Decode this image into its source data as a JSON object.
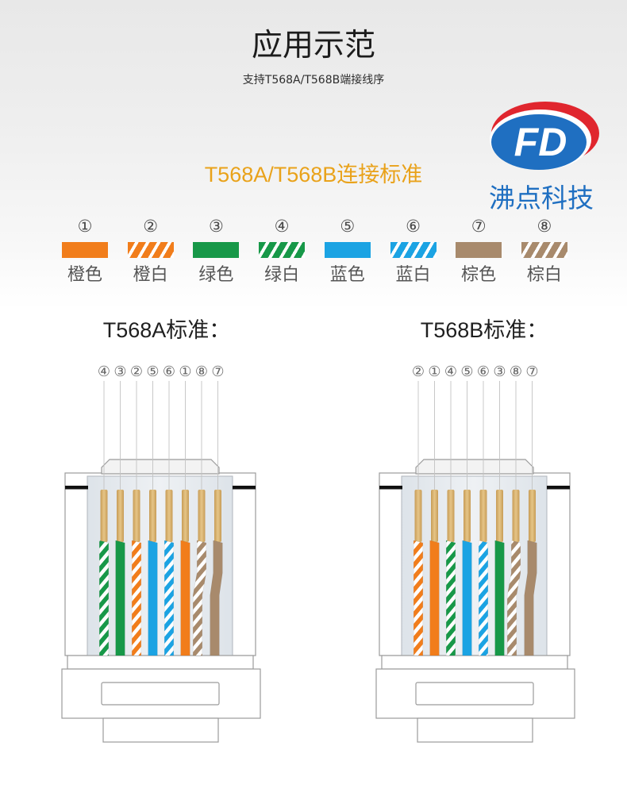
{
  "header": {
    "title": "应用示范",
    "subtitle": "支持T568A/T568B端接线序"
  },
  "logo": {
    "letters": "FD",
    "brand_name": "沸点科技"
  },
  "colors": {
    "accent": "#e9a21a",
    "brand_blue": "#1f6fc1",
    "brand_red": "#e0262e"
  },
  "section_title": "T568A/T568B连接标准",
  "legend": [
    {
      "number": "①",
      "label": "橙色",
      "color": "#f17d1b",
      "striped": false
    },
    {
      "number": "②",
      "label": "橙白",
      "color": "#f17d1b",
      "striped": true
    },
    {
      "number": "③",
      "label": "绿色",
      "color": "#179848",
      "striped": false
    },
    {
      "number": "④",
      "label": "绿白",
      "color": "#179848",
      "striped": true
    },
    {
      "number": "⑤",
      "label": "蓝色",
      "color": "#1ba3e3",
      "striped": false
    },
    {
      "number": "⑥",
      "label": "蓝白",
      "color": "#1ba3e3",
      "striped": true
    },
    {
      "number": "⑦",
      "label": "棕色",
      "color": "#a88a6c",
      "striped": false
    },
    {
      "number": "⑧",
      "label": "棕白",
      "color": "#a88a6c",
      "striped": true
    }
  ],
  "standards": [
    {
      "title": "T568A标准：",
      "pin_order": [
        "④",
        "③",
        "②",
        "⑤",
        "⑥",
        "①",
        "⑧",
        "⑦"
      ]
    },
    {
      "title": "T568B标准：",
      "pin_order": [
        "②",
        "①",
        "④",
        "⑤",
        "⑥",
        "③",
        "⑧",
        "⑦"
      ]
    }
  ]
}
